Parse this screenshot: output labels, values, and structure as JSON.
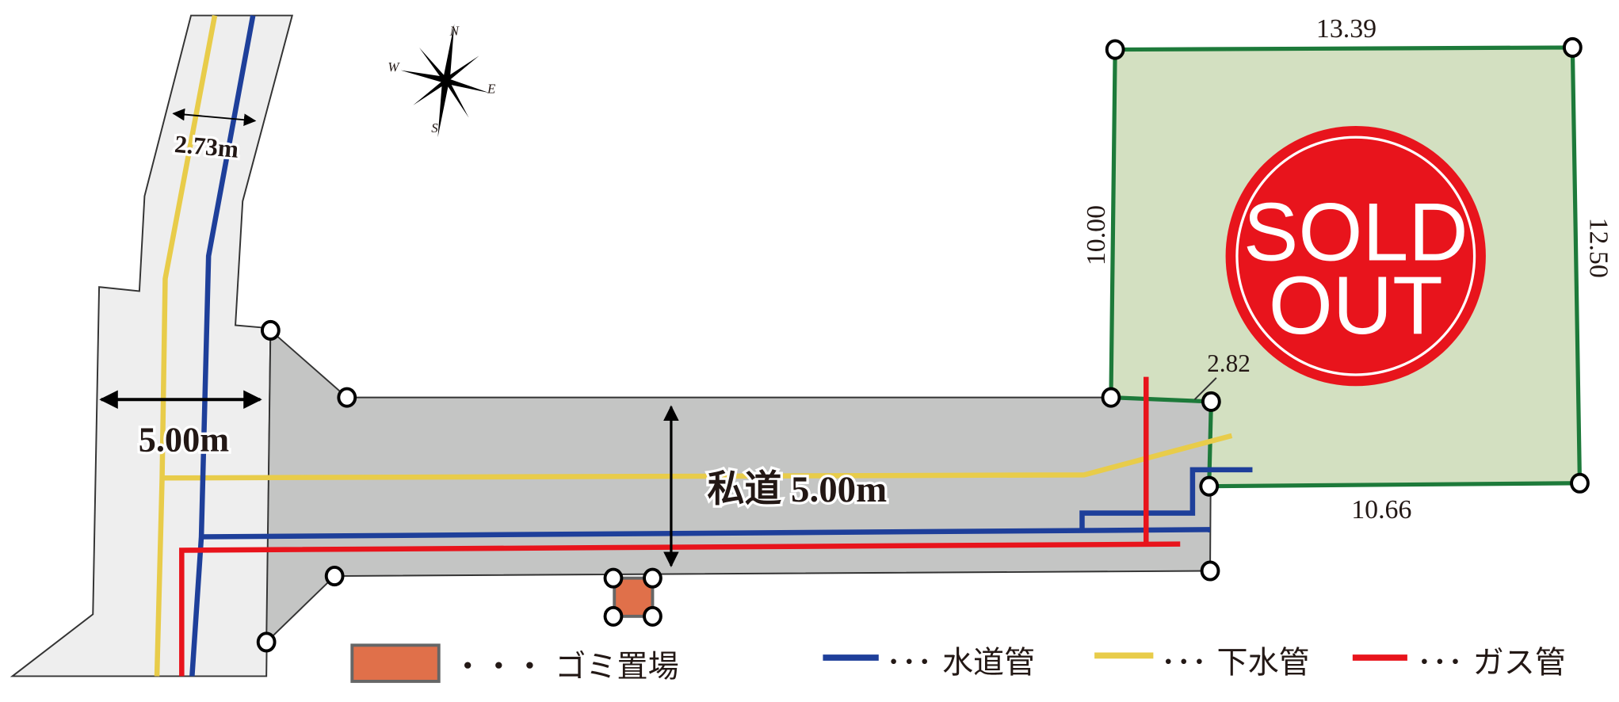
{
  "labels": {
    "lot_top": "13.39",
    "lot_left": "10.00",
    "lot_right": "12.50",
    "lot_notch": "2.82",
    "lot_bottom": "10.66",
    "public_road_upper_width": "2.73m",
    "public_road_width": "5.00m",
    "private_road": "私道 5.00m",
    "sold_line1": "SOLD",
    "sold_line2": "OUT"
  },
  "compass": {
    "n": "N",
    "s": "S",
    "e": "E",
    "w": "W"
  },
  "legend": [
    {
      "label": "・・・ ゴミ置場",
      "kind": "garbage-area",
      "color": "#e0704a"
    },
    {
      "label": "･･･ 水道管",
      "kind": "water-pipe",
      "color": "#1e3f9a"
    },
    {
      "label": "･･･ 下水管",
      "kind": "sewer-pipe",
      "color": "#e8cc4a"
    },
    {
      "label": "･･･ ガス管",
      "kind": "gas-pipe",
      "color": "#e8141c"
    }
  ],
  "colors": {
    "lot_fill": "#d3e0c1",
    "lot_border": "#1d7a3a",
    "road_fill": "#eeeeee",
    "private_road_fill": "#c4c5c4",
    "sold_badge": "#e8141c"
  }
}
